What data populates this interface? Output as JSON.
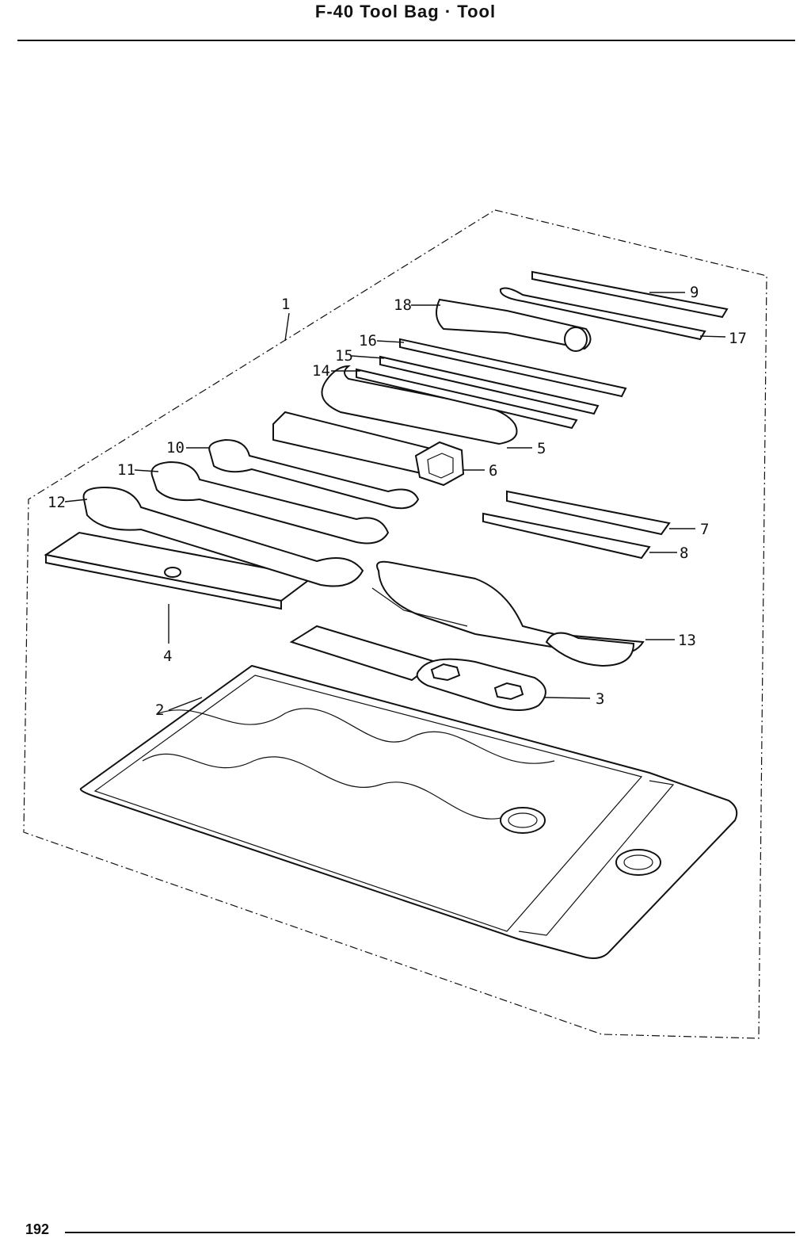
{
  "header": {
    "title": "F-40  Tool Bag · Tool"
  },
  "footer": {
    "page_number": "192"
  },
  "callouts": {
    "c1": "1",
    "c2": "2",
    "c3": "3",
    "c4": "4",
    "c5": "5",
    "c6": "6",
    "c7": "7",
    "c8": "8",
    "c9": "9",
    "c10": "10",
    "c11": "11",
    "c12": "12",
    "c13": "13",
    "c14": "14",
    "c15": "15",
    "c16": "16",
    "c17": "17",
    "c18": "18"
  }
}
